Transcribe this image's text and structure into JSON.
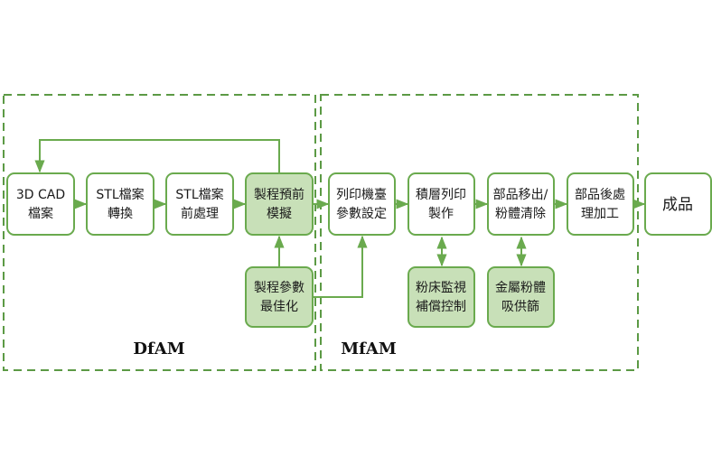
{
  "colors": {
    "stroke": "#6aaa4e",
    "fill_highlight": "#c8e0b8",
    "fill_plain": "#ffffff",
    "group_border": "#5c9a45",
    "text": "#1a1a1a"
  },
  "groups": {
    "dfam": {
      "label": "DfAM"
    },
    "mfam": {
      "label": "MfAM"
    }
  },
  "nodes": {
    "cad": {
      "line1": "3D CAD",
      "line2": "檔案"
    },
    "stl_convert": {
      "line1": "STL檔案",
      "line2": "轉換"
    },
    "stl_preprocess": {
      "line1": "STL檔案",
      "line2": "前處理"
    },
    "process_sim": {
      "line1": "製程預前",
      "line2": "模擬"
    },
    "param_opt": {
      "line1": "製程參數",
      "line2": "最佳化"
    },
    "print_setup": {
      "line1": "列印機臺",
      "line2": "參數設定"
    },
    "layer_print": {
      "line1": "積層列印",
      "line2": "製作"
    },
    "part_removal": {
      "line1": "部品移出/",
      "line2": "粉體清除"
    },
    "post_process": {
      "line1": "部品後處",
      "line2": "理加工"
    },
    "product": {
      "line1": "成品"
    },
    "bed_monitor": {
      "line1": "粉床監視",
      "line2": "補償控制"
    },
    "powder_sieve": {
      "line1": "金屬粉體",
      "line2": "吸供篩"
    }
  }
}
